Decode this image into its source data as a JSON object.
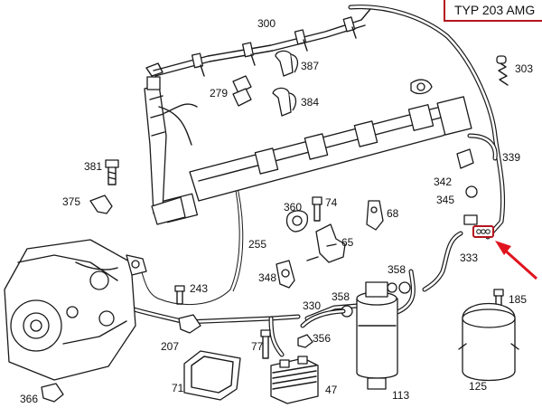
{
  "title": "TYP 203 AMG",
  "colors": {
    "frame": "#b4141e",
    "arrow": "#e0141e",
    "highlight": "#b4141e",
    "ink": "#1a1a1a"
  },
  "labels": {
    "p300": "300",
    "p303": "303",
    "p387": "387",
    "p279": "279",
    "p384": "384",
    "p339": "339",
    "p381": "381",
    "p342": "342",
    "p345": "345",
    "p375": "375",
    "p360": "360",
    "p74": "74",
    "p68": "68",
    "p255": "255",
    "p65": "65",
    "p333": "333",
    "p243": "243",
    "p348": "348",
    "p358a": "358",
    "p185": "185",
    "p330": "330",
    "p358b": "358",
    "p207": "207",
    "p77": "77",
    "p356": "356",
    "p71": "71",
    "p47": "47",
    "p113": "113",
    "p125": "125",
    "p366": "366"
  }
}
